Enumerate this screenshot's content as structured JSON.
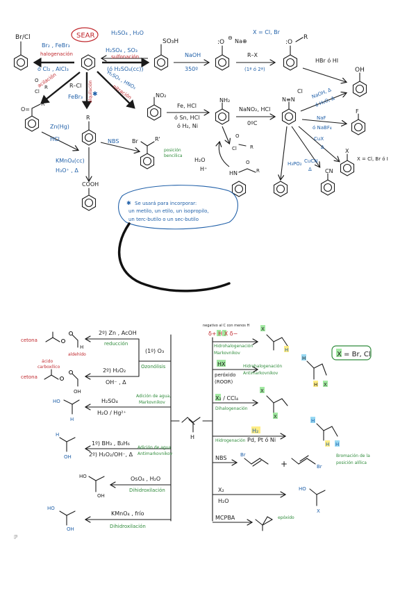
{
  "top": {
    "sear_label": "SEAR",
    "benzene_halide": "Br/Cl",
    "halogenation_reagent": "Br₂ , FeBr₃",
    "halogenation_name": "halogenación",
    "halogenation_reagent2": "ó Cl₂ , AlCl₃",
    "sulfonation_reagent": "H₂SO₄ , H₂O",
    "sulfonation_reagent2": "H₂SO₄ , SO₃",
    "sulfonation_name": "sulfonación",
    "sulfonation_reagent3": "(ó H₂SO₄(cc))",
    "so3h": "SO₃H",
    "naoh": "NaOH",
    "temp350": "350º",
    "phenoxide_charge": "⊖",
    "phenoxide_na": "Na⊕",
    "rx": "R–X",
    "rx_note": "(1ª ó 2ª)",
    "x_cl_br": "X = Cl, Br",
    "ether_r": "R",
    "hbr_hi": "HBr ó HI",
    "oh": "OH",
    "acylation_r": "R",
    "acylation_reagent": "R–Cl",
    "acylation_name": "acilación",
    "friedel_reagent": "FeBr₃",
    "alkylation_name": "alquilación",
    "nitration_reagent": "H₂SO₄ , HNO₃",
    "nitration_name": "nitración",
    "no2": "NO₂",
    "ketone_r": "R",
    "zn_hg": "Zn(Hg)",
    "hcl": "HCl",
    "alkylbenzene_r": "R",
    "nbs": "NBS",
    "benzyl_br": "Br",
    "benzyl_r": "R'",
    "benzyl_note1": "posición",
    "benzyl_note2": "bencilica",
    "kmno4": "KMnO₄(cc)",
    "h3o": "H₃O⁺ , Δ",
    "cooh": "COOH",
    "reduction1": "Fe, HCl",
    "reduction2": "ó Sn, HCl",
    "reduction3": "ó H₂, Ni",
    "nh2": "NH₂",
    "nitrous": "NaNO₂, HCl",
    "nitrous_temp": "0ºC",
    "diazonium": "N≡N",
    "diazonium_cl": "Cl",
    "acyl_r": "R",
    "h2o_label": "H₂O",
    "hplus": "H⁺",
    "amide_r": "R",
    "amide_hn": "HN",
    "naoh_delta": "NaOH, Δ",
    "h2o_delta": "ó H₂O, Δ",
    "nabf4_1": "NaF",
    "nabf4_2": "ó NaBF₄",
    "fluoro": "F",
    "cux": "CuX",
    "cux_delta": "Δ",
    "aryl_x": "X",
    "aryl_x_note": "X = Cl, Br ó I",
    "h3po2": "H₃PO₂",
    "cucn": "CuCN",
    "cucn_delta": "Δ",
    "cn": "CN",
    "note_star": "✱",
    "note_line1": "Se usará para incorporar:",
    "note_line2": "un metilo, un etilo, un isopropilo,",
    "note_line3": "un terc-butilo o un sec-butilo"
  },
  "bottom": {
    "center_h": "H",
    "ozonolysis_reagent": "(1º) O₃",
    "ozonolysis_name": "Ozonólisis",
    "zn_reagent": "2º) Zn , AcOH",
    "reduction_name": "reducción",
    "h2o2_reagent": "2º) H₂O₂",
    "oh_delta": "OH⁻ , Δ",
    "cetona1": "cetona",
    "aldehido": "aldehído",
    "acid_label1": "ácido",
    "acid_label2": "carboxílico",
    "cetona2": "cetona",
    "h_ald": "H",
    "oh_acid": "OH",
    "hydration_reagent": "H₂SO₄",
    "hydration_reagent2": "H₂O / Hg²⁺",
    "hydration_name1": "Adición de agua,",
    "hydration_name2": "Markovnikov",
    "hydration_ho": "HO",
    "hydration_h": "H",
    "hydroboration_reagent": "1º) BH₃ , B₂H₆",
    "hydroboration_reagent2": "2º) H₂O₂/OH⁻, Δ",
    "hydroboration_name1": "Adición de agua",
    "hydroboration_name2": "Antimarkovnikov",
    "hb_h": "H",
    "hb_oh": "OH",
    "oso4_reagent": "OsO₄ , H₂O",
    "oso4_name": "Dihidroxilación",
    "oso4_ho": "HO",
    "oso4_oh": "OH",
    "kmno4_reagent": "KMnO₄ , frío",
    "kmno4_name": "Dihidroxilación",
    "kmno4_ho": "HO",
    "kmno4_oh": "OH",
    "hx_note": "negativo al C con menos H",
    "hx_label": "δ+ H X δ−",
    "hx_name1": "Hidrohalogenación",
    "hx_name2": "Markovnikov",
    "hx_x": "X",
    "hx_h": "H",
    "hx2_label": "HX",
    "hx2_perox": "peróxido",
    "hx2_roor": "(ROOR)",
    "hx2_name1": "Hidrohalogenación",
    "hx2_name2": "Antimarkovnikov",
    "hx2_h": "H",
    "hx2_x": "X",
    "x_legend": "X = Br, Cl",
    "dihalo_reagent": "X₂ / CCl₄",
    "dihalo_name": "Dihalogenación",
    "dihalo_x1": "X",
    "dihalo_x2": "X",
    "h2_label": "H₂",
    "hydrog_name": "Hidrogenación",
    "hydrog_cat": "Pd, Pt ó Ni",
    "hydrog_h1": "H",
    "hydrog_h2": "H",
    "nbs_label": "NBS",
    "nbs_br1": "Br",
    "nbs_plus": "+",
    "nbs_br2": "Br",
    "allylic_name1": "Bromación de la",
    "allylic_name2": "posición alílica",
    "x2_label": "X₂",
    "h2o_label": "H₂O",
    "halohydrin_ho": "HO",
    "halohydrin_x": "X",
    "mcpba_label": "MCPBA",
    "epoxide_name": "epóxido",
    "page_mark": "ℙ"
  }
}
